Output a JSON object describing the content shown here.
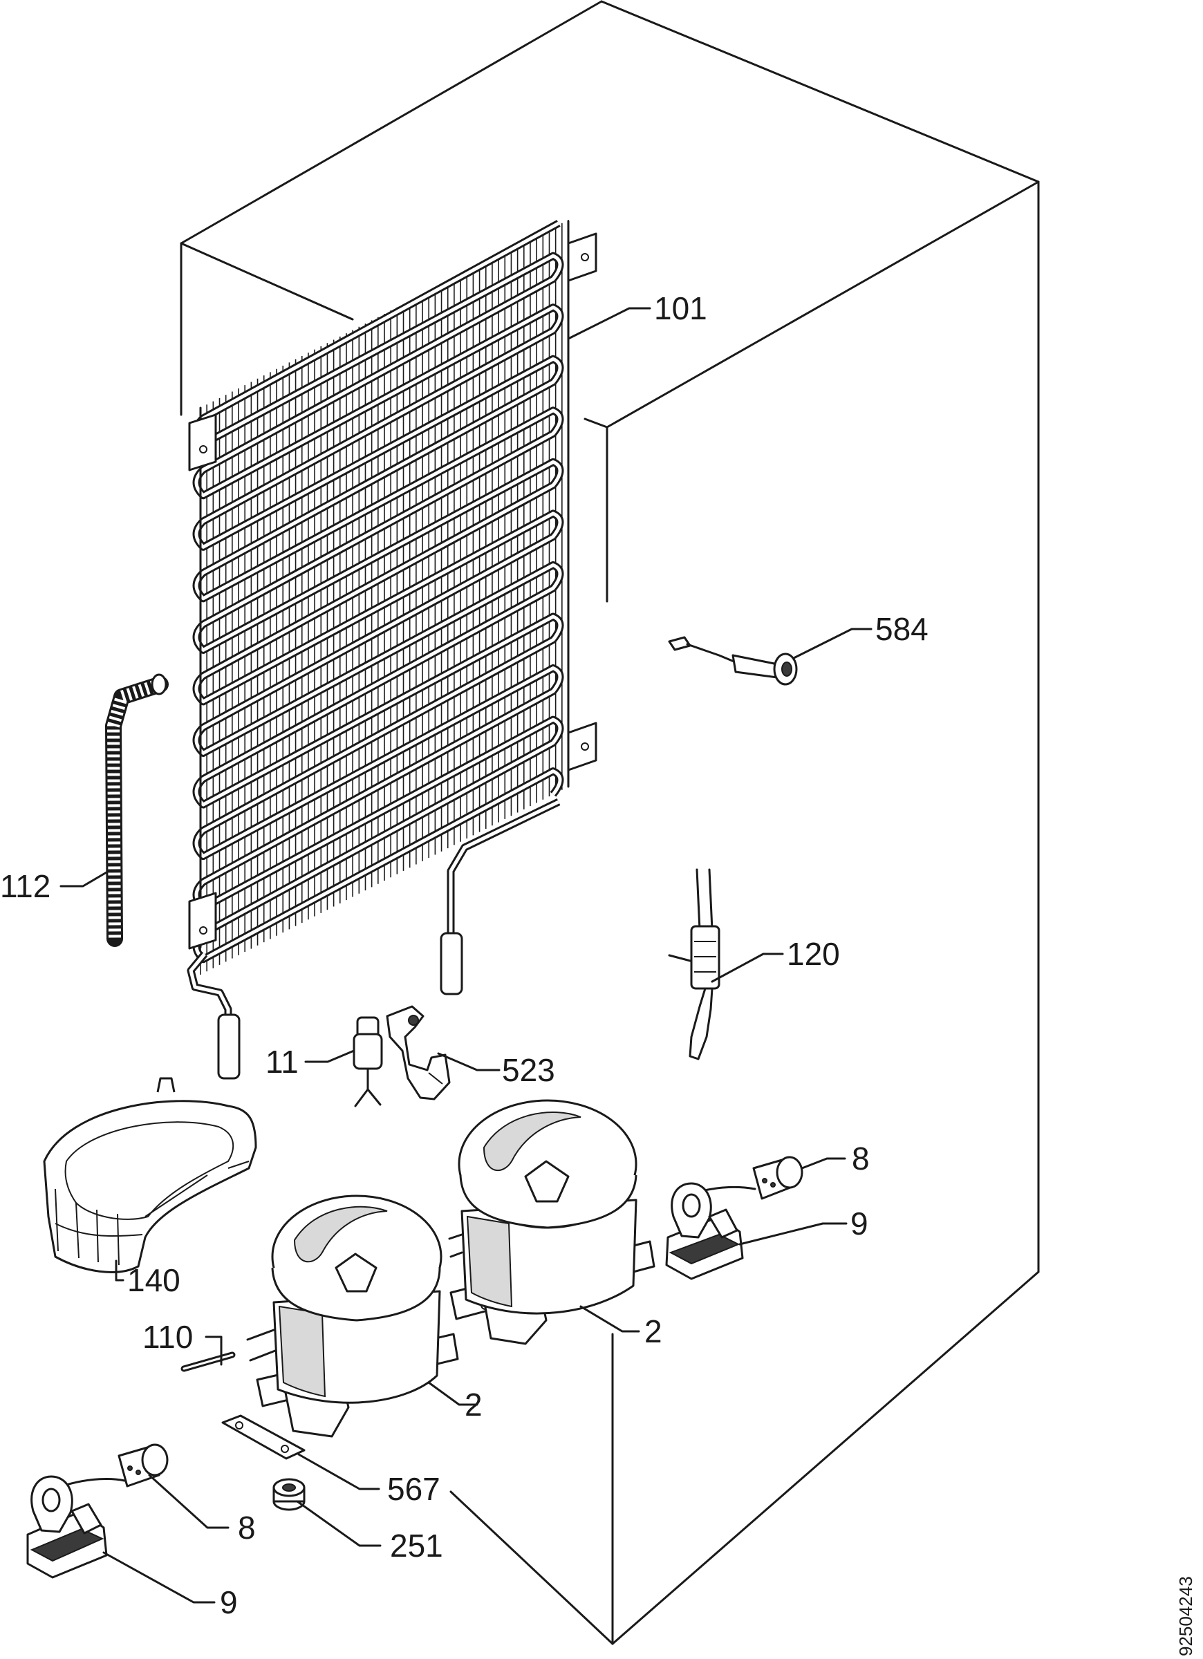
{
  "labels": {
    "condenser": "101",
    "drain_hose": "112",
    "thermal_fuse": "584",
    "heater_wire": "120",
    "dryer_filter": "11",
    "bracket": "523",
    "drip_tray": "140",
    "relay_upper": "8",
    "clip_upper": "9",
    "compressor_upper": "2",
    "tube": "110",
    "compressor_lower": "2",
    "mount_plate": "567",
    "relay_lower": "8",
    "grommet": "251",
    "clip_lower": "9"
  },
  "document_id": "92504243",
  "colors": {
    "line": "#1a1a1a",
    "background": "#ffffff"
  }
}
